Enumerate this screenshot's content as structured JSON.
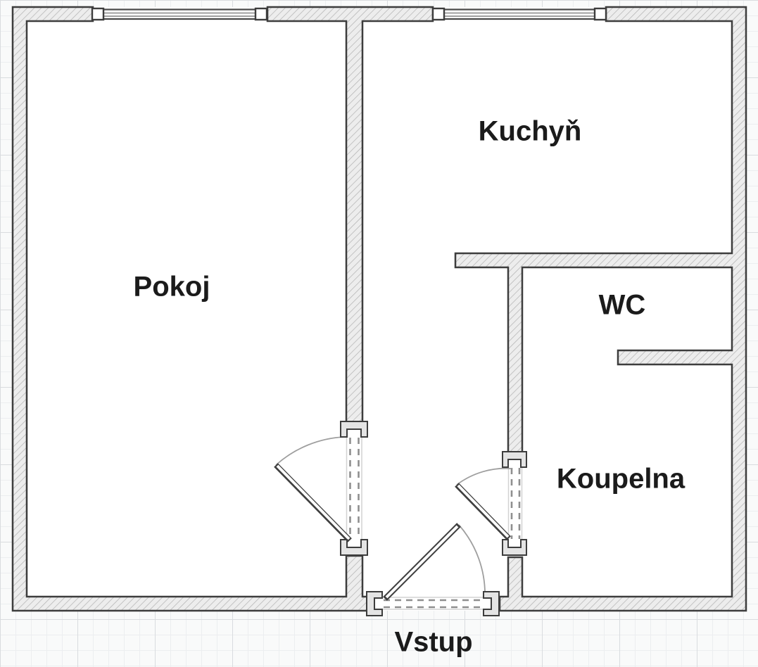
{
  "floor_plan": {
    "labels": {
      "room": "Pokoj",
      "kitchen": "Kuchyň",
      "wc": "WC",
      "bathroom": "Koupelna",
      "entrance": "Vstup"
    },
    "colors": {
      "wall_outline": "#3d3d3d",
      "wall_fill": "#ededed",
      "wall_hatch": "#b5b5b5",
      "interior": "#ffffff",
      "label_text": "#1b1b1b",
      "door_arc": "#9e9e9e",
      "threshold_dash": "#8f8f8f",
      "grid_minor": "#eceef0",
      "grid_major": "#d9dcdf"
    }
  }
}
